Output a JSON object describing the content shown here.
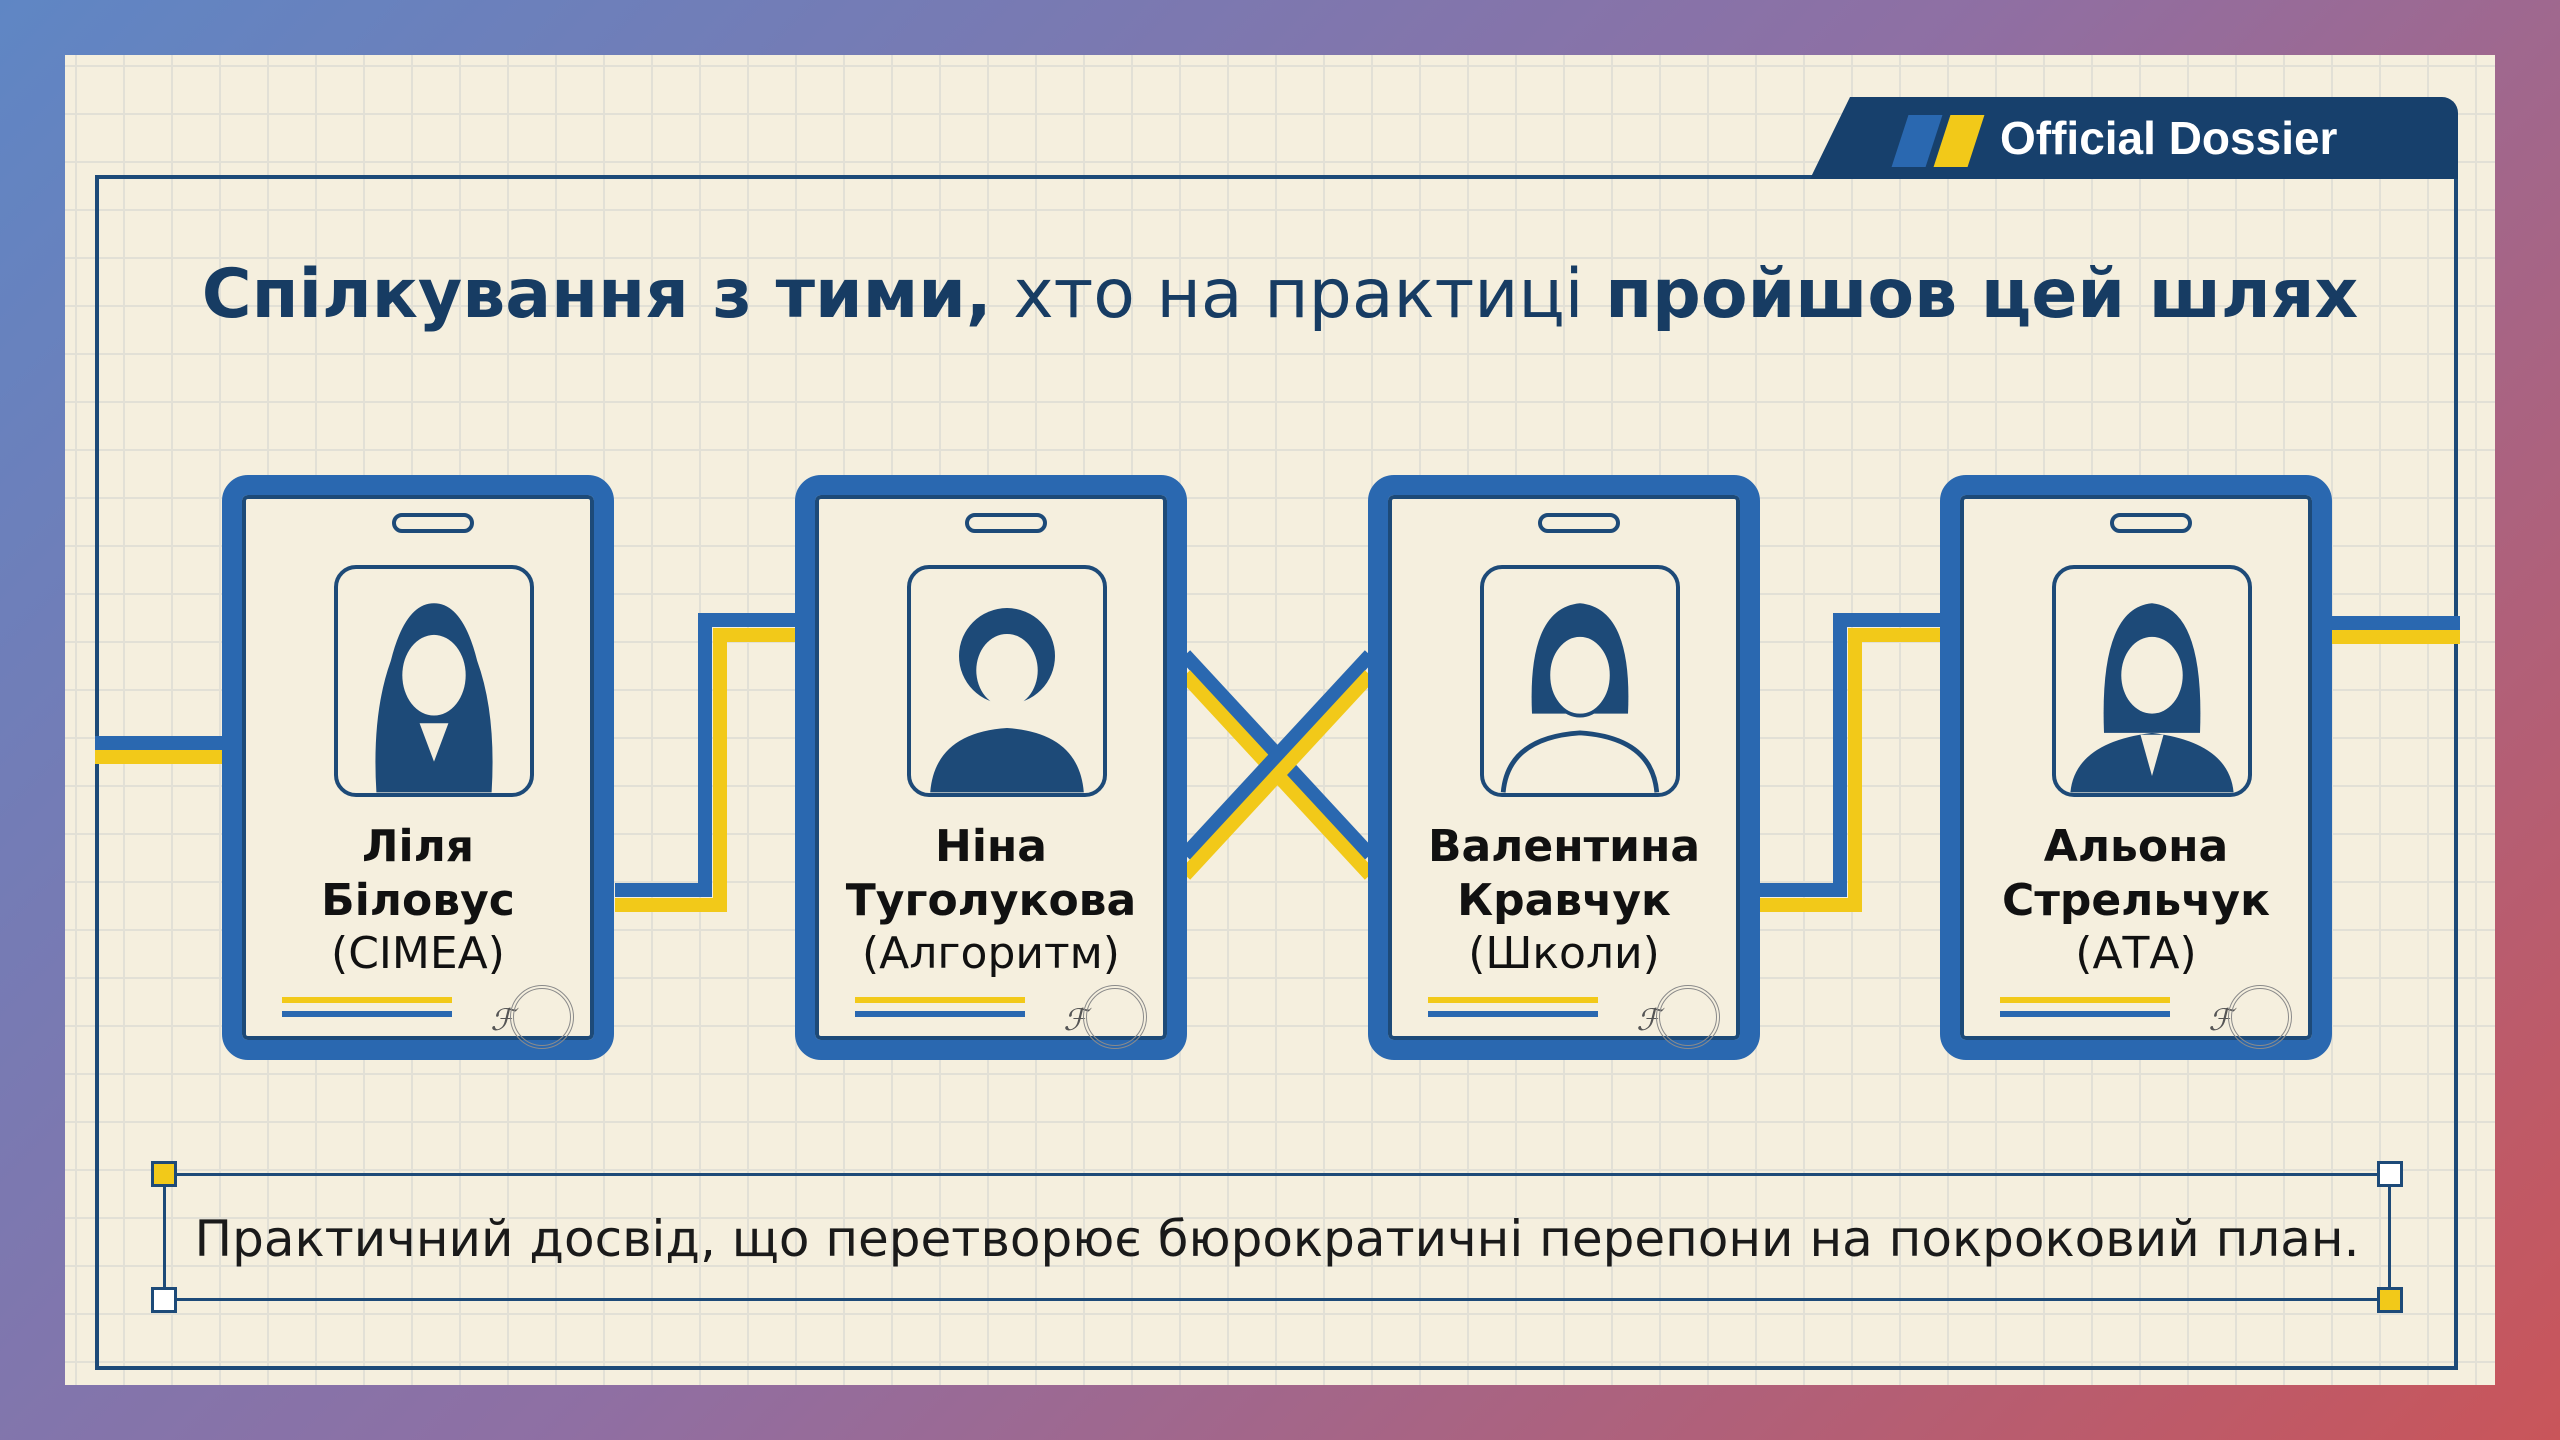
{
  "tab": {
    "label": "Official Dossier"
  },
  "title": {
    "bold1": "Спілкування з тими,",
    "regular": " хто на практиці ",
    "bold2": "пройшов цей шлях"
  },
  "people": [
    {
      "first": "Ліля",
      "last": "Біловус",
      "org": "(CIMEA)"
    },
    {
      "first": "Ніна",
      "last": "Туголукова",
      "org": "(Алгоритм)"
    },
    {
      "first": "Валентина",
      "last": "Кравчук",
      "org": "(Школи)"
    },
    {
      "first": "Альона",
      "last": "Стрельчук",
      "org": "(АТА)"
    }
  ],
  "footer": {
    "text": "Практичний досвід, що перетворює бюрократичні перепони на покроковий план."
  },
  "colors": {
    "blue": "#2a68b0",
    "yellow": "#f2c919",
    "navy": "#17406c"
  }
}
